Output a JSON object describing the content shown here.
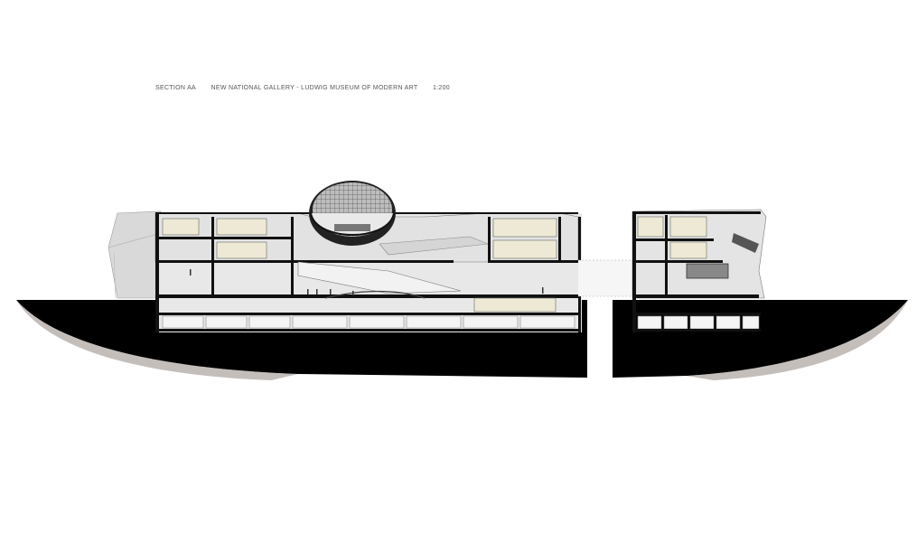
{
  "title": {
    "section": "SECTION AA",
    "project": "NEW NATIONAL  GALLERY - LUDWIG MUSEUM OF MODERN ART",
    "scale": "1:200"
  },
  "colors": {
    "background": "#ffffff",
    "ground": "#000000",
    "interior": "#e4e4e4",
    "wall": "#111111",
    "gallery_warm": "#ede9d4"
  }
}
